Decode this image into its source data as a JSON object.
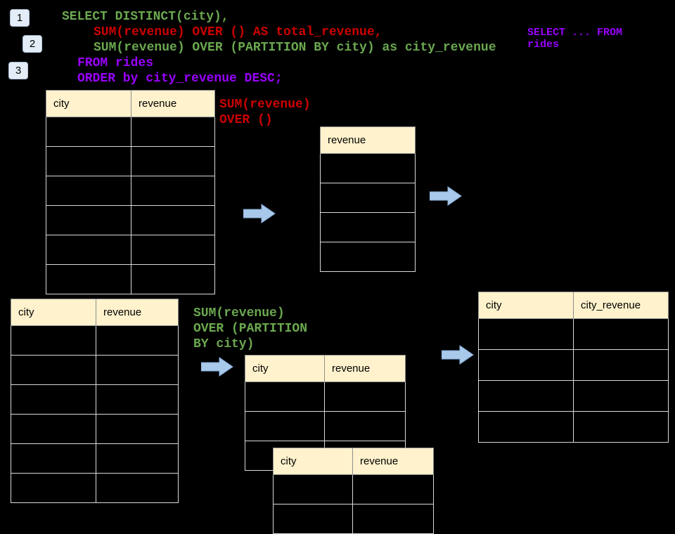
{
  "colors": {
    "background": "#000000",
    "sql_green": "#6AA84F",
    "sql_red": "#CC0000",
    "sql_purple": "#9900FF",
    "table_header_fill": "#FFF2CC",
    "arrow_fill": "#A9C9EA",
    "badge_fill": "#E3ECF7"
  },
  "badges": {
    "step1": "1",
    "step2": "2",
    "step3": "3"
  },
  "sql_code": {
    "line1": "SELECT DISTINCT(city),",
    "line2": "SUM(revenue) OVER () AS total_revenue,",
    "line3": "SUM(revenue) OVER (PARTITION BY city) as city_revenue",
    "line4": "FROM rides",
    "line5": "ORDER by city_revenue DESC;"
  },
  "side_note": {
    "line1": "SELECT ... FROM",
    "line2": "rides"
  },
  "annotation_total": {
    "line1": "SUM(revenue)",
    "line2": "OVER ()"
  },
  "annotation_partition": {
    "line1": "SUM(revenue)",
    "line2": "OVER (PARTITION",
    "line3": "BY city)"
  },
  "tables": {
    "source_top": {
      "headers": [
        "city",
        "revenue"
      ],
      "empty_rows": 6
    },
    "total_revenue": {
      "headers": [
        "revenue"
      ],
      "empty_rows": 4
    },
    "source_bottom": {
      "headers": [
        "city",
        "revenue"
      ],
      "empty_rows": 6
    },
    "partition_group": {
      "headers": [
        "city",
        "revenue"
      ],
      "empty_rows": 3
    },
    "partition_group_overlay": {
      "headers": [
        "city",
        "revenue"
      ],
      "empty_rows": 2
    },
    "result_city_revenue": {
      "headers": [
        "city",
        "city_revenue"
      ],
      "empty_rows": 4
    }
  }
}
